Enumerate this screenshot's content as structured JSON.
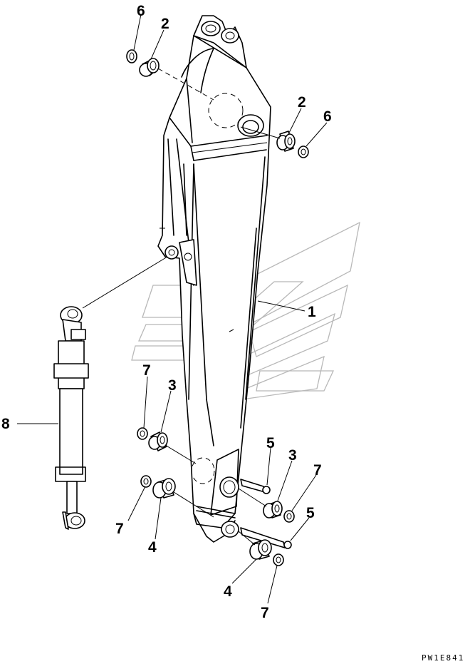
{
  "diagram": {
    "callouts": {
      "c1": "1",
      "c2a": "2",
      "c2b": "2",
      "c3a": "3",
      "c3b": "3",
      "c4a": "4",
      "c4b": "4",
      "c5a": "5",
      "c5b": "5",
      "c6a": "6",
      "c6b": "6",
      "c7a": "7",
      "c7b": "7",
      "c7c": "7",
      "c7d": "7",
      "c8": "8"
    },
    "drawing_code": "PW1E841"
  }
}
